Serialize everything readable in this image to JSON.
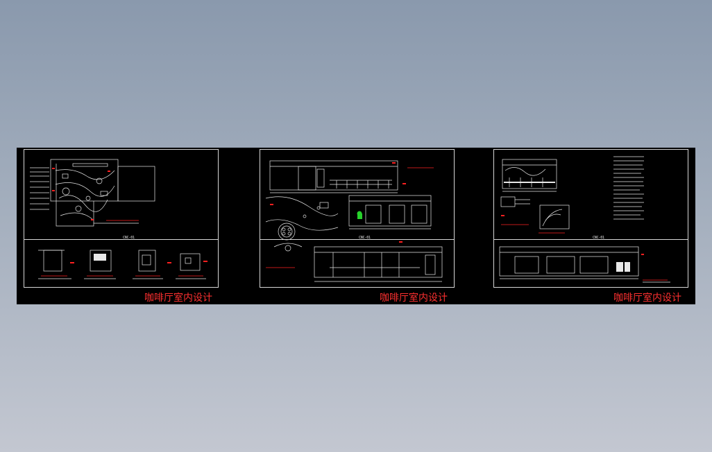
{
  "viewer": {
    "background_top": "#8a99ad",
    "background_bottom": "#c3c7d1",
    "canvas_color": "#000000",
    "title_color": "#ff3030"
  },
  "sheets": [
    {
      "id": "sheet-1",
      "title": "咖啡厅室内设计",
      "center_label": "CNC-01"
    },
    {
      "id": "sheet-2",
      "title": "咖啡厅室内设计",
      "center_label": "CNC-01"
    },
    {
      "id": "sheet-3",
      "title": "咖啡厅室内设计",
      "center_label": "CNC-01"
    }
  ]
}
